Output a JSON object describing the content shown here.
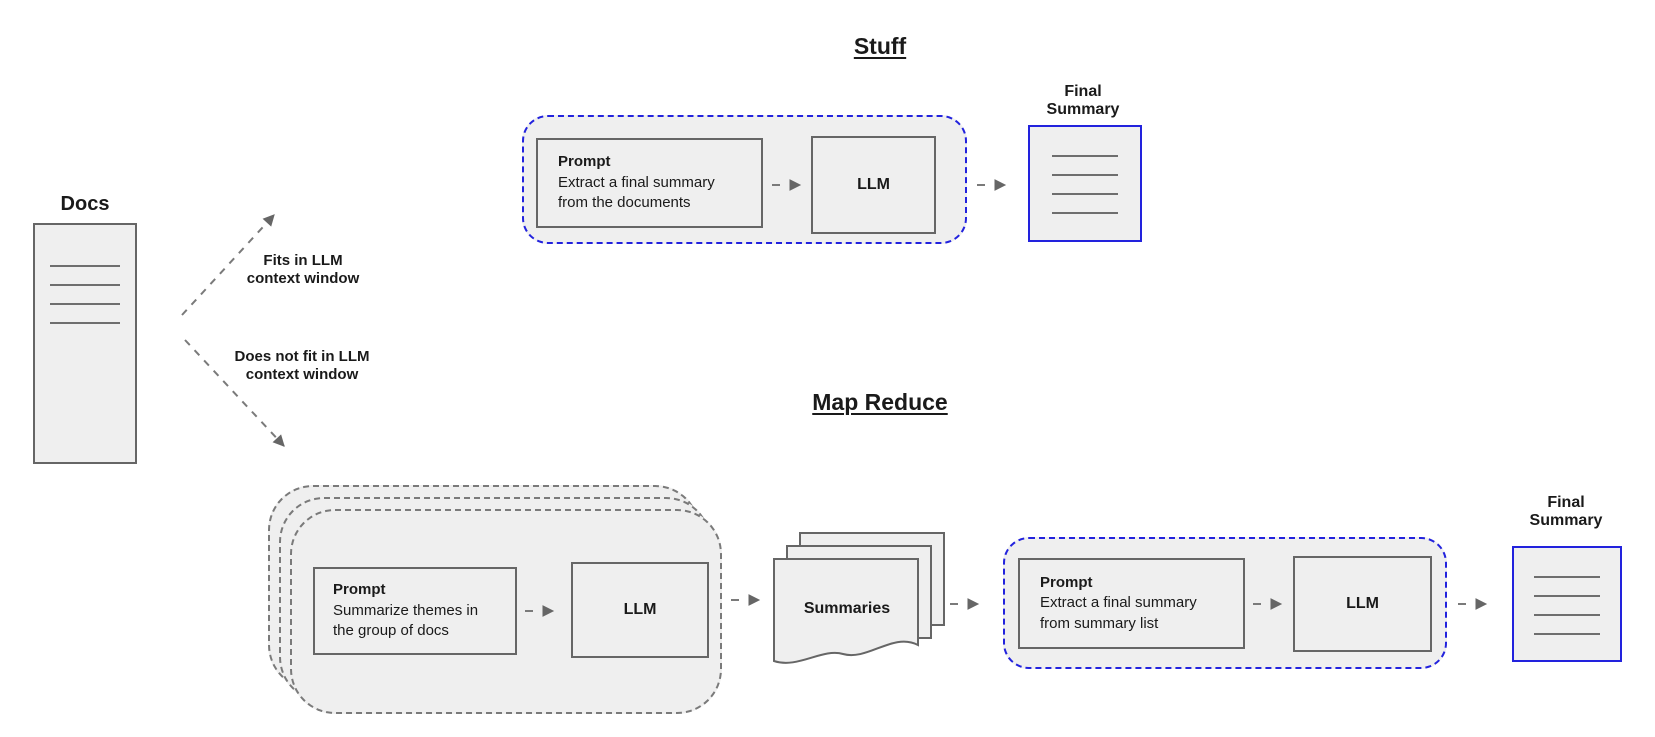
{
  "diagram": {
    "docs": {
      "label": "Docs"
    },
    "branches": {
      "fits": "Fits in LLM\ncontext window",
      "overflow": "Does not fit in LLM\ncontext window"
    },
    "stuff": {
      "title": "Stuff",
      "prompt": {
        "title": "Prompt",
        "body": "Extract a final summary\nfrom the documents"
      },
      "llm": "LLM",
      "final_label": "Final\nSummary"
    },
    "map_reduce": {
      "title": "Map Reduce",
      "map_prompt": {
        "title": "Prompt",
        "body": "Summarize themes in\nthe group of docs"
      },
      "map_llm": "LLM",
      "summaries": "Summaries",
      "reduce_prompt": {
        "title": "Prompt",
        "body": "Extract a final summary\nfrom summary list"
      },
      "reduce_llm": "LLM",
      "final_label": "Final\nSummary"
    },
    "colors": {
      "accent_blue": "#2222dd",
      "shape_fill": "#efefef",
      "border_gray": "#666666",
      "dash_gray": "#7a7a7a",
      "text_color": "#1a1a1a"
    }
  }
}
